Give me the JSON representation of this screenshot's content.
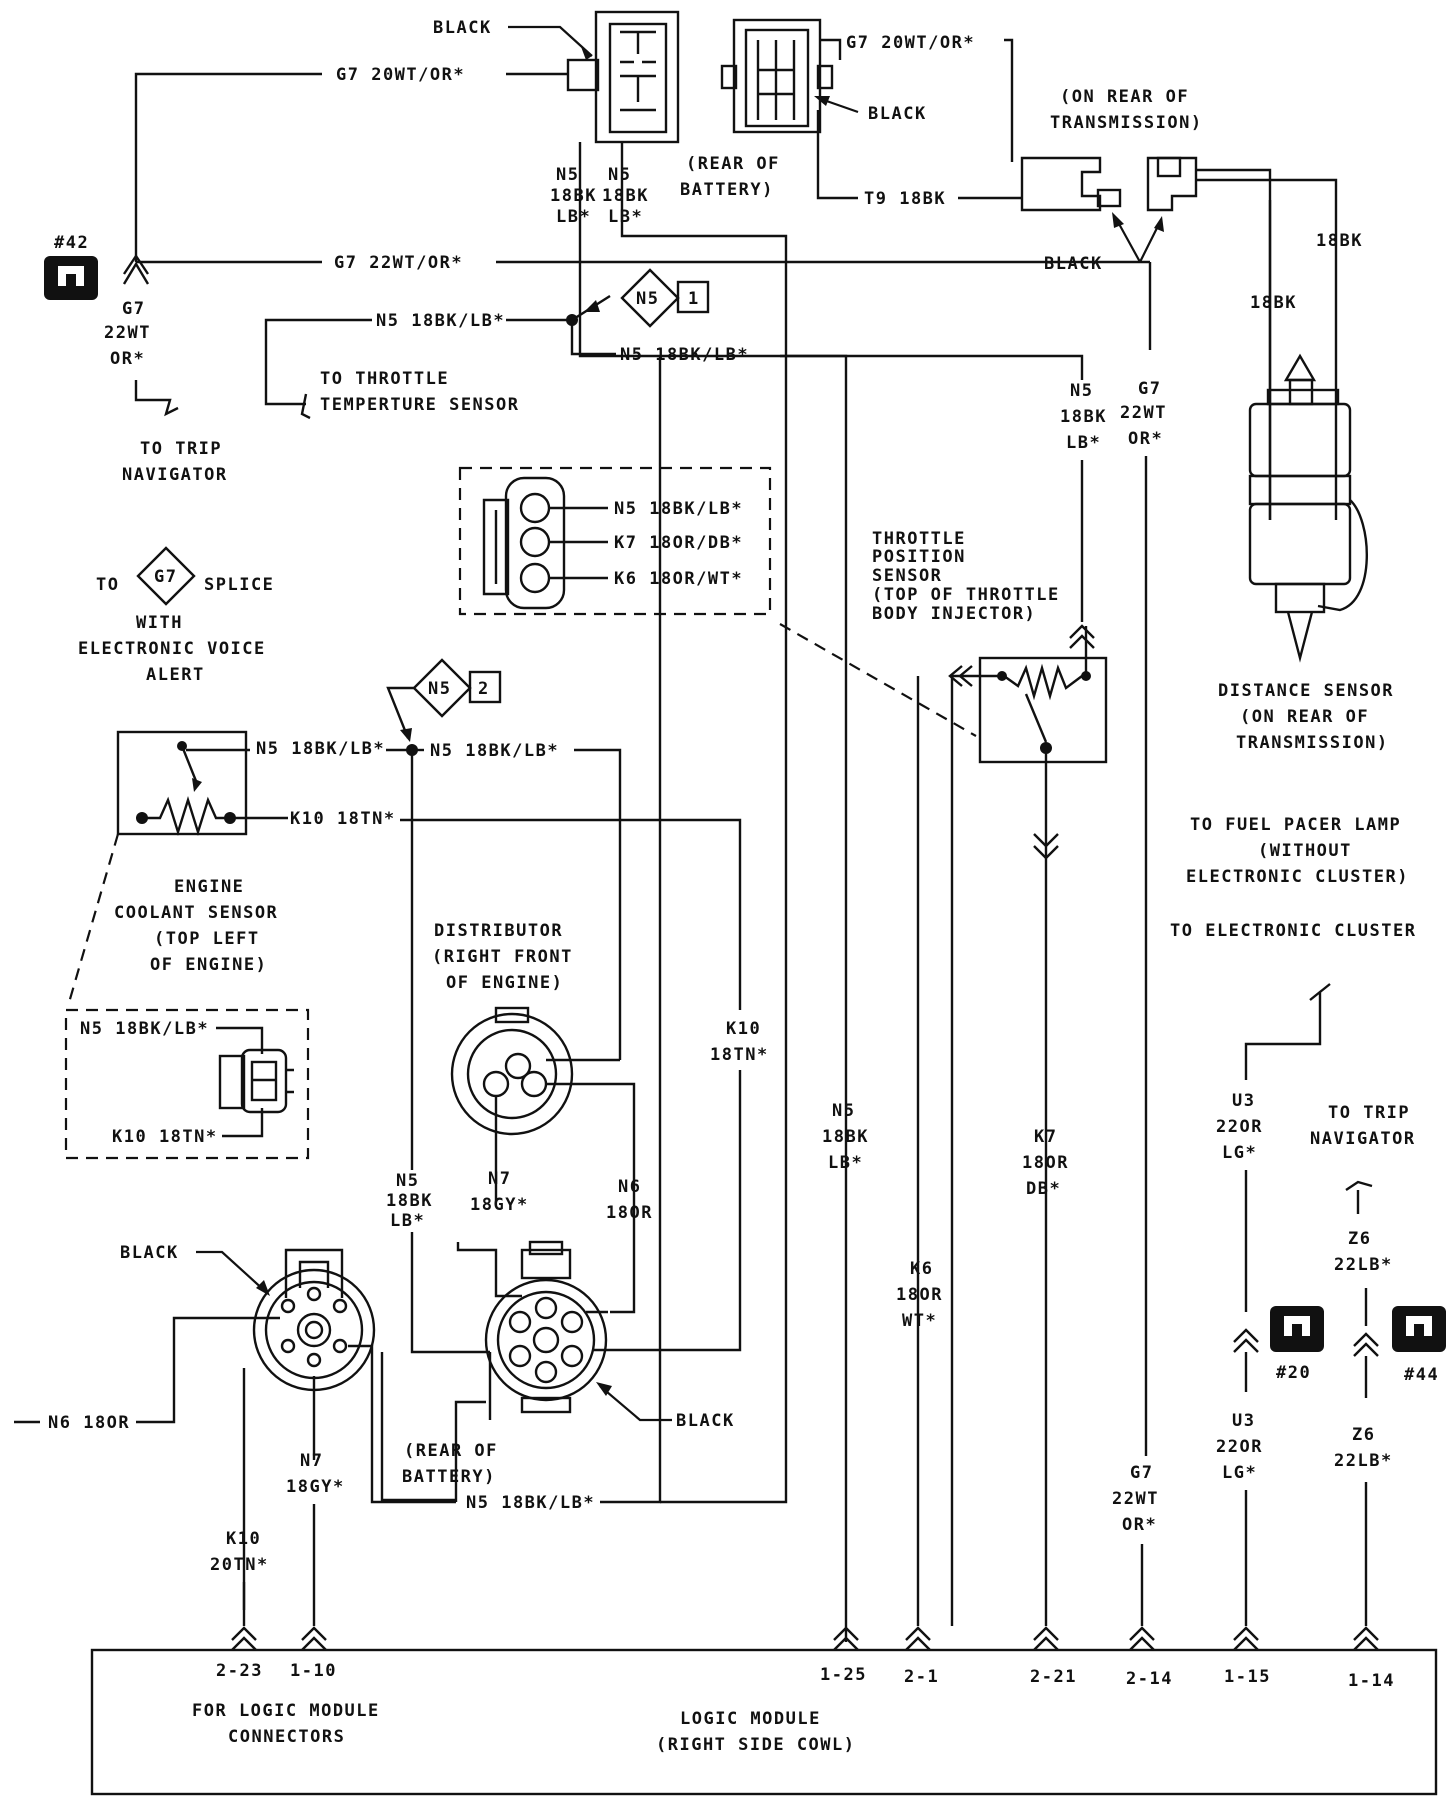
{
  "labels": {
    "black": "BLACK",
    "g7_20wt_or_left": "G7 20WT/OR*",
    "g7_20wt_or_right": "G7 20WT/OR*",
    "black_conn_right": "BLACK",
    "rear_of_battery_1": "(REAR OF",
    "rear_of_battery_2": "BATTERY)",
    "on_rear_trans_1": "(ON REAR OF",
    "on_rear_trans_2": "TRANSMISSION)",
    "t9_18bk": "T9 18BK",
    "black_trans": "BLACK",
    "n5_18bk": "N5",
    "n5_18bk_b": "18BK",
    "n5_18bk_c": "LB*",
    "g7_22wt_or_top": "G7 22WT/OR*",
    "n5_18bk_lb_1": "N5 18BK/LB*",
    "n5_18bk_lb_2": "N5 18BK/LB*",
    "to_throttle_temp_1": "TO THROTTLE",
    "to_throttle_temp_2": "TEMPERTURE SENSOR",
    "g7": "G7",
    "wt22": "22WT",
    "or": "OR*",
    "to_trip_nav_1": "TO TRIP",
    "to_trip_nav_2": "NAVIGATOR",
    "tag42": "#42",
    "tps_conn_n5": "N5 18BK/LB*",
    "tps_conn_k7": "K7 18OR/DB*",
    "tps_conn_k6": "K6 18OR/WT*",
    "tps_1": "THROTTLE",
    "tps_2": "POSITION",
    "tps_3": "SENSOR",
    "tps_4": "(TOP OF THROTTLE",
    "tps_5": "BODY INJECTOR)",
    "to_splice_to": "TO",
    "to_splice_g7": "G7",
    "to_splice_splice": "SPLICE",
    "with_1": "WITH",
    "with_2": "ELECTRONIC VOICE",
    "with_3": "ALERT",
    "splice1_n5": "N5",
    "splice1_num": "1",
    "splice2_n5": "N5",
    "splice2_num": "2",
    "n5_18bk_lb_ecs": "N5 18BK/LB*",
    "n5_18bk_lb_dist": "N5 18BK/LB*",
    "k10_18tn": "K10 18TN*",
    "ecs_1": "ENGINE",
    "ecs_2": "COOLANT SENSOR",
    "ecs_3": "(TOP LEFT",
    "ecs_4": "OF ENGINE)",
    "ecs_box_n5": "N5 18BK/LB*",
    "ecs_box_k10": "K10 18TN*",
    "dist_1": "DISTRIBUTOR",
    "dist_2": "(RIGHT FRONT",
    "dist_3": "OF ENGINE)",
    "k10_v_1": "K10",
    "k10_v_2": "18TN*",
    "n5_v_left_1": "N5",
    "n5_v_left_2": "18BK",
    "n5_v_left_3": "LB*",
    "n7_1": "N7",
    "n7_2": "18GY*",
    "n6_1": "N6",
    "n6_2": "18OR",
    "black_left_conn": "BLACK",
    "black_right_conn": "BLACK",
    "n6_18or": "N6 18OR",
    "n7_lower_1": "N7",
    "n7_lower_2": "18GY*",
    "rear_battery_lower_1": "(REAR OF",
    "rear_battery_lower_2": "BATTERY)",
    "n5_18bk_lb_bottom": "N5 18BK/LB*",
    "k10_20tn_1": "K10",
    "k10_20tn_2": "20TN*",
    "n5_mid_1": "N5",
    "n5_mid_2": "18BK",
    "n5_mid_3": "LB*",
    "k6_1": "K6",
    "k6_2": "18OR",
    "k6_3": "WT*",
    "k7_1": "K7",
    "k7_2": "18OR",
    "k7_3": "DB*",
    "n5_tps_1": "N5",
    "n5_tps_2": "18BK",
    "n5_tps_3": "LB*",
    "g7_tps_1": "G7",
    "g7_tps_2": "22WT",
    "g7_tps_3": "OR*",
    "bk18_a": "18BK",
    "bk18_b": "18BK",
    "ds_1": "DISTANCE SENSOR",
    "ds_2": "(ON REAR OF",
    "ds_3": "TRANSMISSION)",
    "fuel_1": "TO FUEL PACER LAMP",
    "fuel_2": "(WITHOUT",
    "fuel_3": "ELECTRONIC CLUSTER)",
    "elec_cluster": "TO ELECTRONIC CLUSTER",
    "u3_1": "U3",
    "u3_2": "22OR",
    "u3_3": "LG*",
    "u3b_1": "U3",
    "u3b_2": "22OR",
    "u3b_3": "LG*",
    "trip_nav_r_1": "TO TRIP",
    "trip_nav_r_2": "NAVIGATOR",
    "z6_1": "Z6",
    "z6_2": "22LB*",
    "z6b_1": "Z6",
    "z6b_2": "22LB*",
    "tag20": "#20",
    "tag44": "#44",
    "g7_bottom_1": "G7",
    "g7_bottom_2": "22WT",
    "g7_bottom_3": "OR*",
    "pin_2_23": "2-23",
    "pin_1_10": "1-10",
    "pin_1_25": "1-25",
    "pin_2_1": "2-1",
    "pin_2_21": "2-21",
    "pin_2_14": "2-14",
    "pin_1_15": "1-15",
    "pin_1_14": "1-14",
    "for_logic_1": "FOR LOGIC MODULE",
    "for_logic_2": "CONNECTORS",
    "logic_1": "LOGIC MODULE",
    "logic_2": "(RIGHT SIDE COWL)"
  }
}
